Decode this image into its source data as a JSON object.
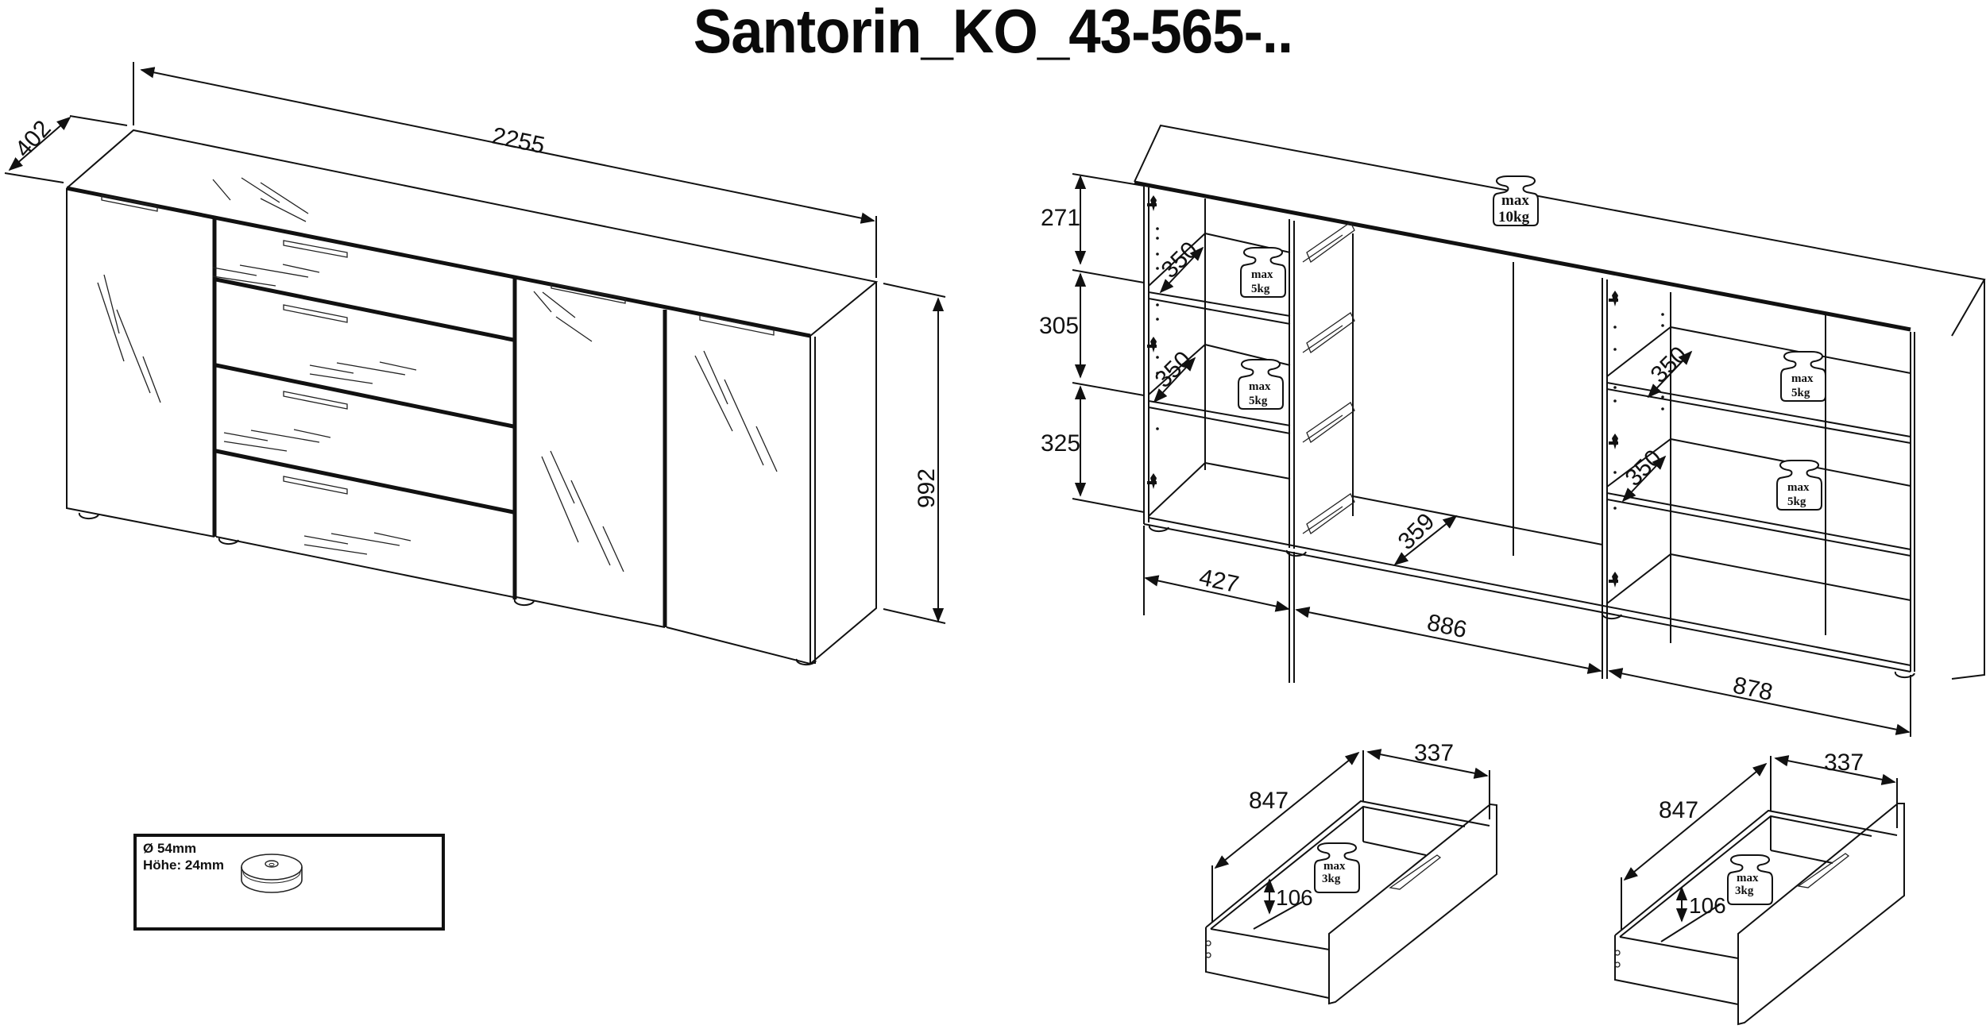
{
  "title": "Santorin_KO_43-565-..",
  "front_view": {
    "width_label": "2255",
    "depth_label": "402",
    "height_label": "992"
  },
  "open_view": {
    "compartment_heights": [
      "271",
      "305",
      "325"
    ],
    "shelf_depths": [
      "350",
      "350",
      "350",
      "350"
    ],
    "drawer_section_depth": "359",
    "section_widths": [
      "427",
      "886",
      "878"
    ],
    "top_load": {
      "line1": "max",
      "line2": "10kg"
    },
    "shelf_loads": [
      {
        "line1": "max",
        "line2": "5kg"
      },
      {
        "line1": "max",
        "line2": "5kg"
      },
      {
        "line1": "max",
        "line2": "5kg"
      },
      {
        "line1": "max",
        "line2": "5kg"
      }
    ]
  },
  "drawers": [
    {
      "length": "847",
      "width": "337",
      "height": "106",
      "load": {
        "line1": "max",
        "line2": "3kg"
      }
    },
    {
      "length": "847",
      "width": "337",
      "height": "106",
      "load": {
        "line1": "max",
        "line2": "3kg"
      }
    }
  ],
  "feet_info": {
    "diameter": "Ø 54mm",
    "height": "Höhe: 24mm"
  }
}
